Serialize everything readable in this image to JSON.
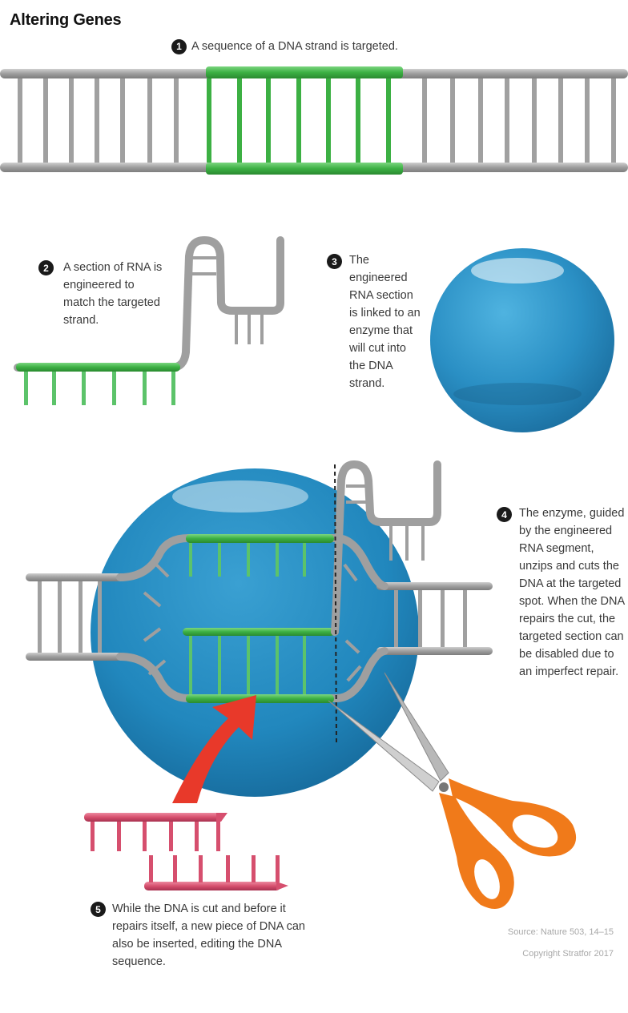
{
  "title": "Altering Genes",
  "steps": [
    {
      "number": "1",
      "text": "A sequence of a DNA strand is targeted."
    },
    {
      "number": "2",
      "text": "A section of RNA is engineered to match the targeted strand."
    },
    {
      "number": "3",
      "text": "The engineered RNA section is linked to an enzyme that will cut into the DNA strand."
    },
    {
      "number": "4",
      "text": "The enzyme, guided by the engineered RNA segment, unzips and cuts the DNA at the targeted spot. When the DNA repairs the cut, the targeted section can be disabled due to an imperfect repair."
    },
    {
      "number": "5",
      "text": "While the DNA is cut and before it repairs itself, a new piece of DNA can also be inserted, editing the DNA sequence."
    }
  ],
  "source": "Source: Nature 503, 14–15",
  "copyright": "Copyright Stratfor 2017",
  "colors": {
    "dna_gray": "#a9a9a9",
    "target_green": "#3cb043",
    "rna_green": "#5cc36a",
    "enzyme_blue": "#2a8fc4",
    "arrow_red": "#e8392a",
    "insert_pink": "#d64f6e",
    "scissor_orange": "#f07a1a"
  },
  "icons": [
    "dna-strand",
    "rna-strand",
    "enzyme-sphere",
    "scissors-icon",
    "insert-arrow",
    "new-dna-pieces"
  ]
}
